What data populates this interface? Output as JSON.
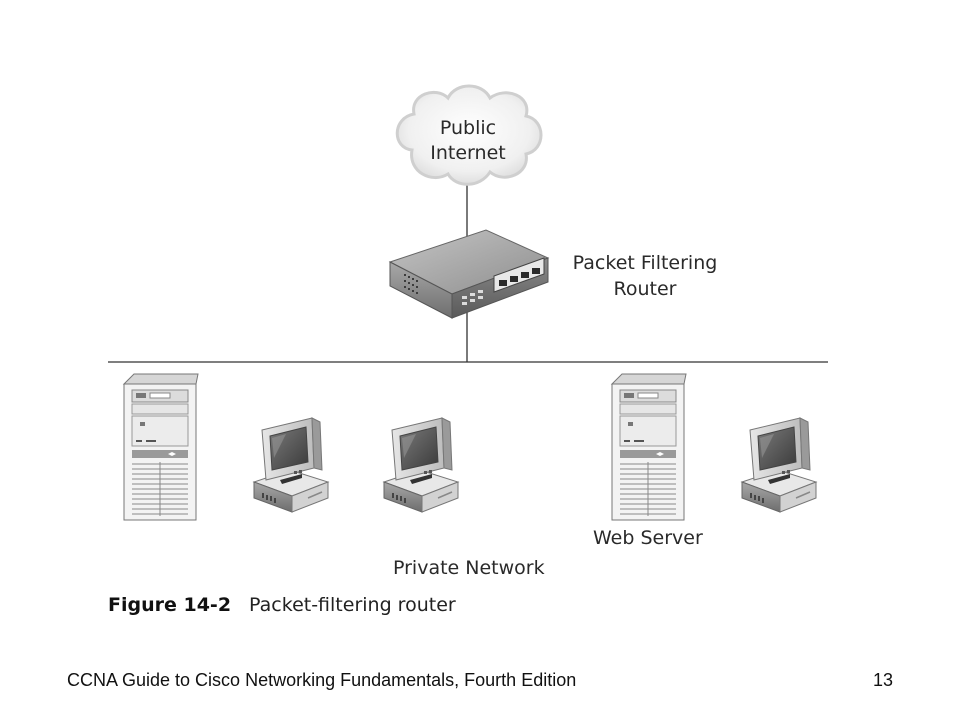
{
  "diagram": {
    "cloud_label": [
      "Public",
      "Internet"
    ],
    "router_label": [
      "Packet Filtering",
      "Router"
    ],
    "web_server_label": "Web Server",
    "network_label": "Private Network"
  },
  "caption": {
    "number": "Figure 14-2",
    "text": "Packet-filtering router"
  },
  "footer": {
    "book_title": "CCNA Guide to Cisco Networking Fundamentals, Fourth Edition",
    "page_number": "13"
  },
  "icons": [
    "cloud-icon",
    "router-icon",
    "server-icon",
    "workstation-icon"
  ]
}
